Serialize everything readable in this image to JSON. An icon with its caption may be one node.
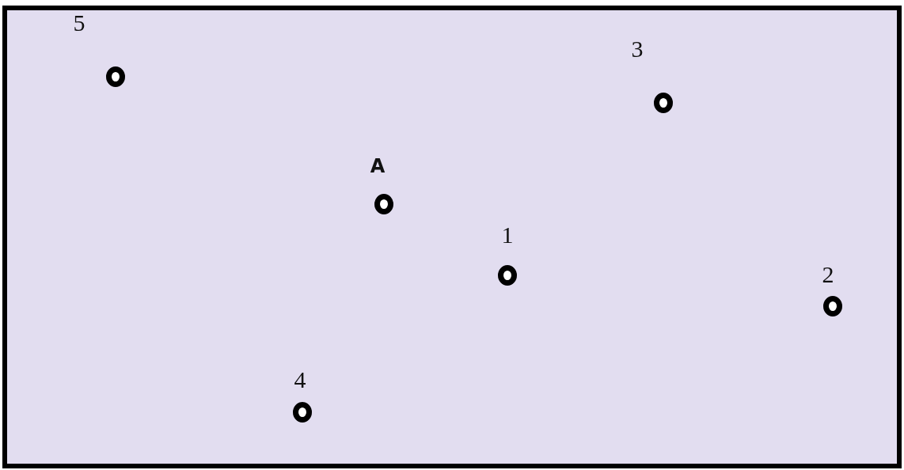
{
  "diagram": {
    "nodes": [
      {
        "text": [],
        "shape": "box"
      },
      {
        "text": [
          "5"
        ],
        "in": 0
      },
      {
        "text": [
          "3"
        ],
        "in": 0
      },
      {
        "text": [
          "A"
        ],
        "in": 0
      },
      {
        "text": [
          "1"
        ],
        "in": 0
      },
      {
        "text": [
          "2"
        ],
        "in": 0
      },
      {
        "text": [
          "4"
        ],
        "in": 0
      }
    ]
  }
}
